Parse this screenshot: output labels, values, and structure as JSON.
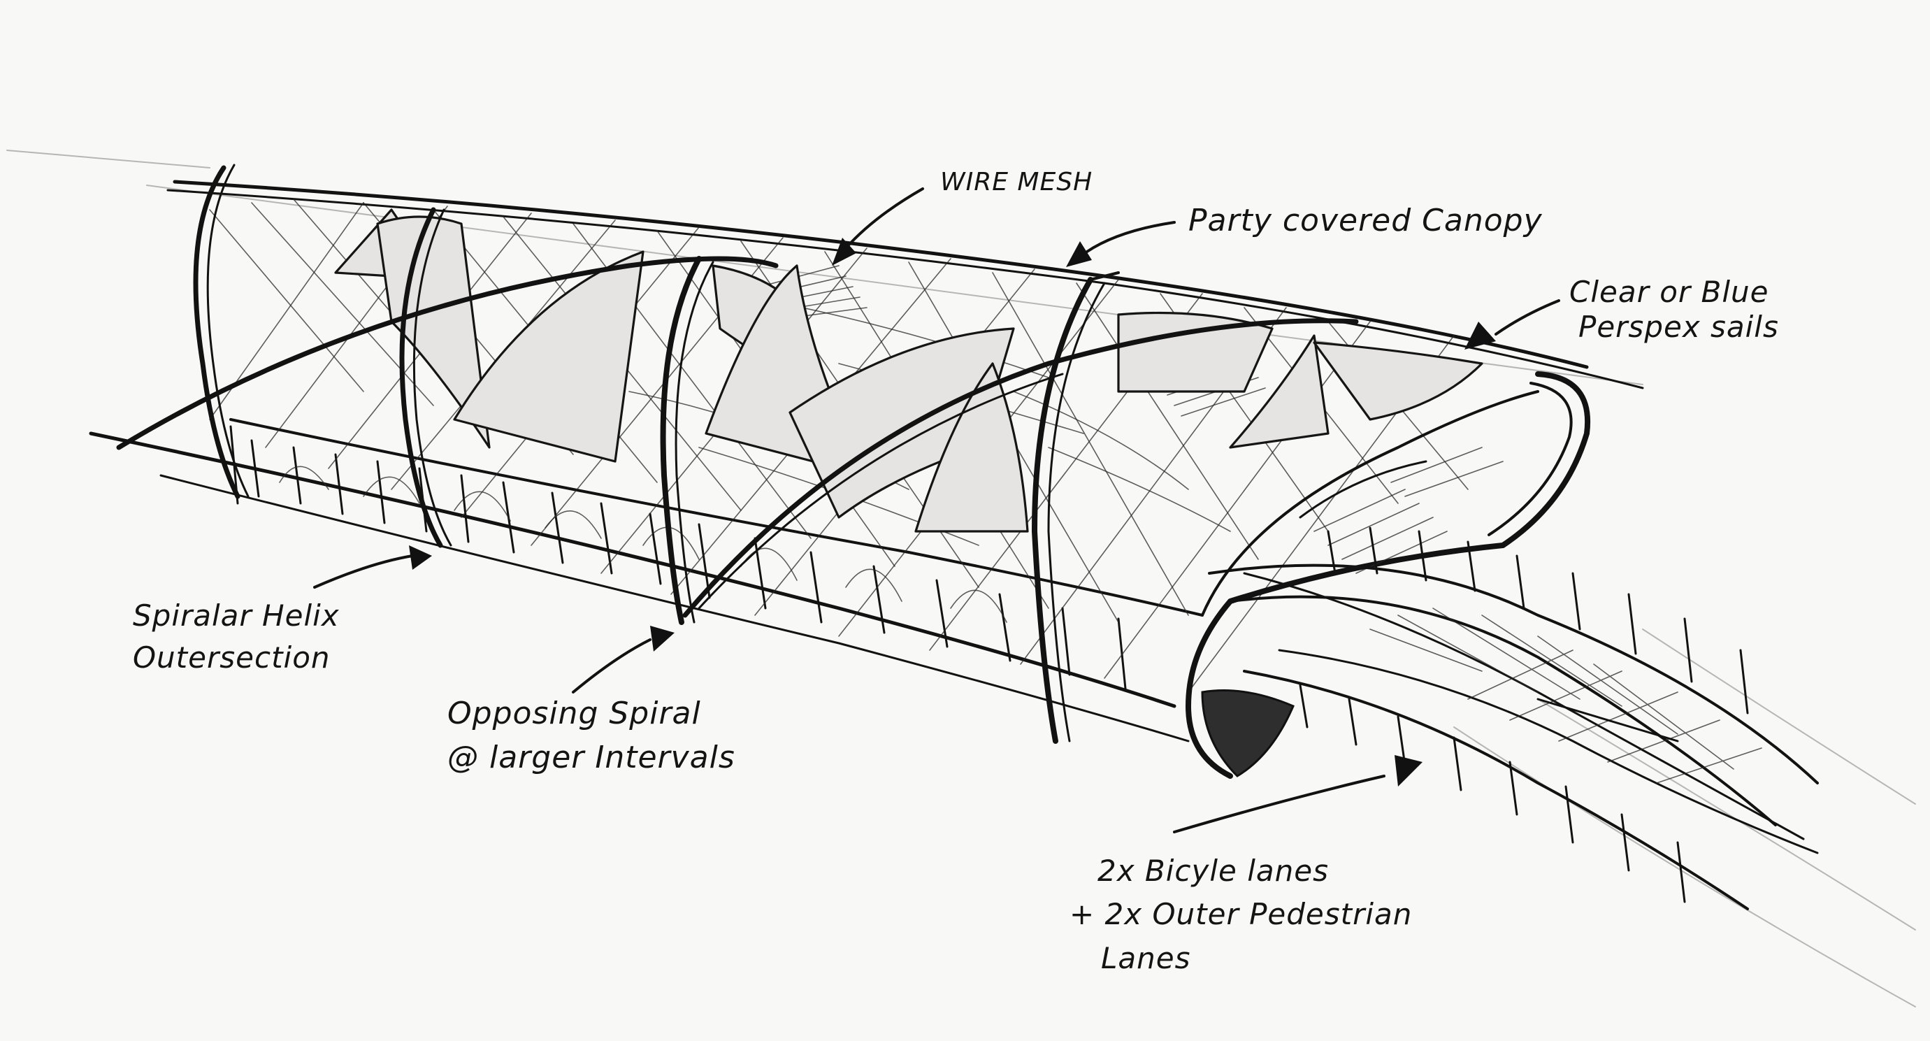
{
  "annotations": {
    "wire_mesh": "WIRE MESH",
    "canopy": "Party covered Canopy",
    "sails_line1": "Clear or Blue",
    "sails_line2": "Perspex sails",
    "helix_line1": "Spiralar Helix",
    "helix_line2": "Outersection",
    "opposing_line1": "Opposing Spiral",
    "opposing_line2": "@ larger Intervals",
    "lanes_line1": "2x Bicyle lanes",
    "lanes_line2": "+ 2x Outer Pedestrian",
    "lanes_line3": "Lanes"
  },
  "colors": {
    "paper": "#f8f8f6",
    "ink": "#121212",
    "sail_fill": "#e6e4e2"
  }
}
